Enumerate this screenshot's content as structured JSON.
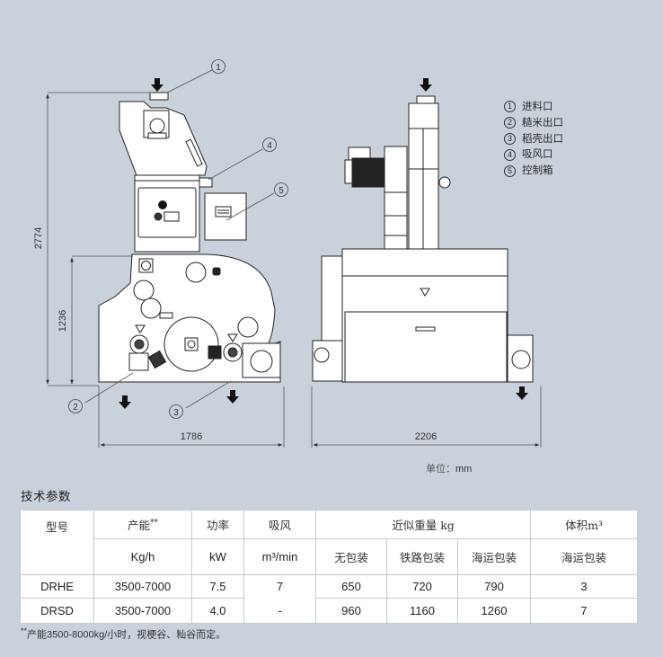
{
  "dimensions": {
    "side_total_height": "2774",
    "side_base_height": "1236",
    "side_width": "1786",
    "front_width": "2206"
  },
  "callouts": [
    "1",
    "2",
    "3",
    "4",
    "5"
  ],
  "legend": [
    {
      "num": "1",
      "label": "进料口"
    },
    {
      "num": "2",
      "label": "糙米出口"
    },
    {
      "num": "3",
      "label": "稻壳出口"
    },
    {
      "num": "4",
      "label": "吸风口"
    },
    {
      "num": "5",
      "label": "控制箱"
    }
  ],
  "unit_note": {
    "label": "单位：",
    "unit": "mm"
  },
  "section_title": "技术参数",
  "table": {
    "headers": {
      "model": "型号",
      "capacity": "产能",
      "capacity_mark": "**",
      "power": "功率",
      "suction": "吸风",
      "weight": "近似重量 kg",
      "volume": "体积m³"
    },
    "units": {
      "capacity": "Kg/h",
      "power": "kW",
      "suction": "m³/min",
      "weight_unpacked": "无包装",
      "weight_rail": "铁路包装",
      "weight_sea": "海运包装",
      "volume_sea": "海运包装"
    },
    "rows": [
      {
        "model": "DRHE",
        "capacity": "3500-7000",
        "power": "7.5",
        "suction": "7",
        "w_none": "650",
        "w_rail": "720",
        "w_sea": "790",
        "volume": "3"
      },
      {
        "model": "DRSD",
        "capacity": "3500-7000",
        "power": "4.0",
        "suction": "-",
        "w_none": "960",
        "w_rail": "1160",
        "w_sea": "1260",
        "volume": "7"
      }
    ]
  },
  "footnote": {
    "mark": "**",
    "text_zh1": "产能",
    "text_num": "3500-8000kg/",
    "text_zh2": "小时，视梗谷、籼谷而定。"
  }
}
